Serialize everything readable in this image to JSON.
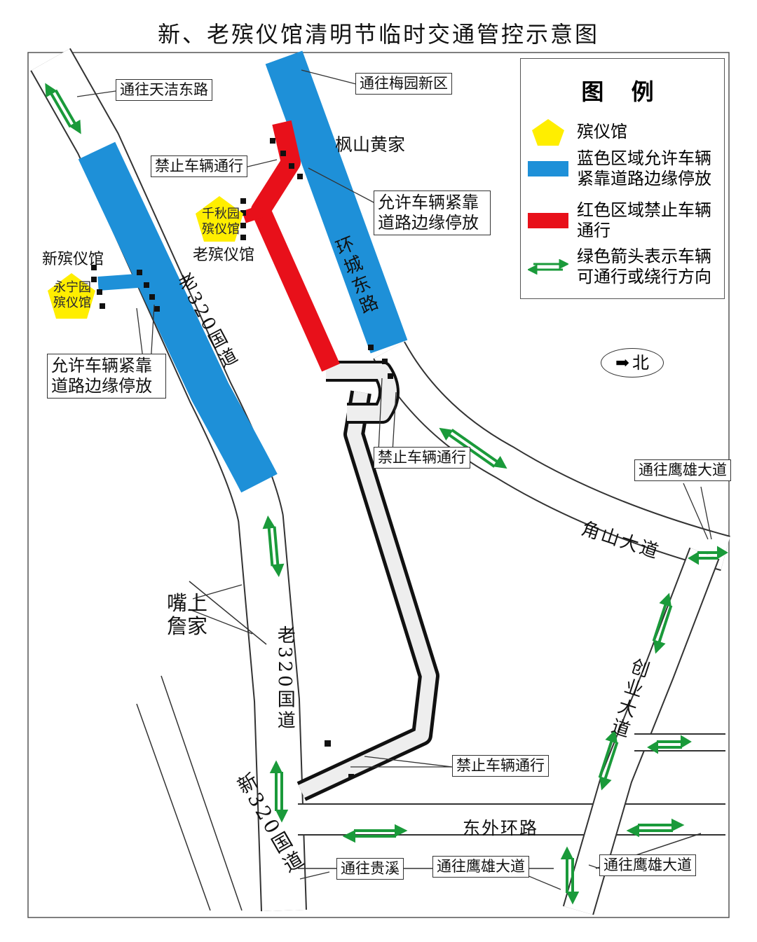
{
  "title": "新、老殡仪馆清明节临时交通管控示意图",
  "legend": {
    "title": "图 例",
    "items": [
      {
        "symbol": "yellow-pentagon",
        "color": "#ffee00",
        "label": "殡仪馆"
      },
      {
        "symbol": "blue-bar",
        "color": "#1e90d8",
        "label": "蓝色区域允许车辆紧靠道路边缘停放"
      },
      {
        "symbol": "red-bar",
        "color": "#e8101a",
        "label": "红色区域禁止车辆通行"
      },
      {
        "symbol": "green-arrows",
        "color": "#1a9a3a",
        "label": "绿色箭头表示车辆可通行或绕行方向"
      }
    ]
  },
  "north": {
    "icon": "arrow-right-icon",
    "label": "北"
  },
  "places": {
    "fengshan": "枫山黄家",
    "new_funeral": "新殡仪馆",
    "old_funeral": "老殡仪馆",
    "yongning": "永宁园殡仪馆",
    "qianqiu": "千秋园殡仪馆",
    "zuishang": "嘴上詹家"
  },
  "roads": {
    "old320_top": "老320国道",
    "old320_bottom": "老320国道",
    "new320": "新320国道",
    "huancheng": "环城东路",
    "jiaoshan": "角山大道",
    "chuangye": "创业大道",
    "dongwai": "东外环路"
  },
  "callouts": {
    "tianjie": "通往天洁东路",
    "meiyuan": "通往梅园新区",
    "no_traffic_1": "禁止车辆通行",
    "allow_park_1": "允许车辆紧靠道路边缘停放",
    "allow_park_2": "允许车辆紧靠道路边缘停放",
    "no_traffic_2": "禁止车辆通行",
    "no_traffic_3": "禁止车辆通行",
    "yingxiong_1": "通往鹰雄大道",
    "guixi": "通往贵溪",
    "yingxiong_2": "通往鹰雄大道",
    "yingxiong_3": "通往鹰雄大道"
  }
}
